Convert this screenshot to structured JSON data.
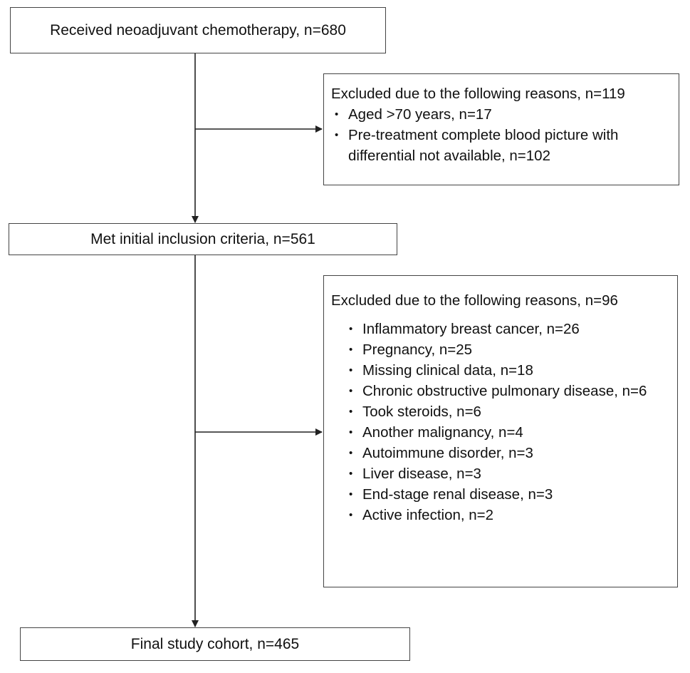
{
  "steps": [
    {
      "label": "Received neoadjuvant chemotherapy, n=680"
    },
    {
      "label": "Met initial inclusion criteria, n=561"
    },
    {
      "label": "Final study cohort, n=465"
    }
  ],
  "exclusions": [
    {
      "title": "Excluded due to the following reasons, n=119",
      "items": [
        "Aged >70 years, n=17",
        "Pre-treatment complete blood picture with differential not available, n=102"
      ]
    },
    {
      "title": "Excluded due to the following reasons, n=96",
      "items": [
        "Inflammatory breast cancer, n=26",
        "Pregnancy, n=25",
        "Missing clinical data, n=18",
        "Chronic obstructive pulmonary disease, n=6",
        "Took steroids, n=6",
        "Another malignancy, n=4",
        "Autoimmune disorder, n=3",
        "Liver disease, n=3",
        "End-stage renal disease, n=3",
        "Active infection, n=2"
      ]
    }
  ]
}
